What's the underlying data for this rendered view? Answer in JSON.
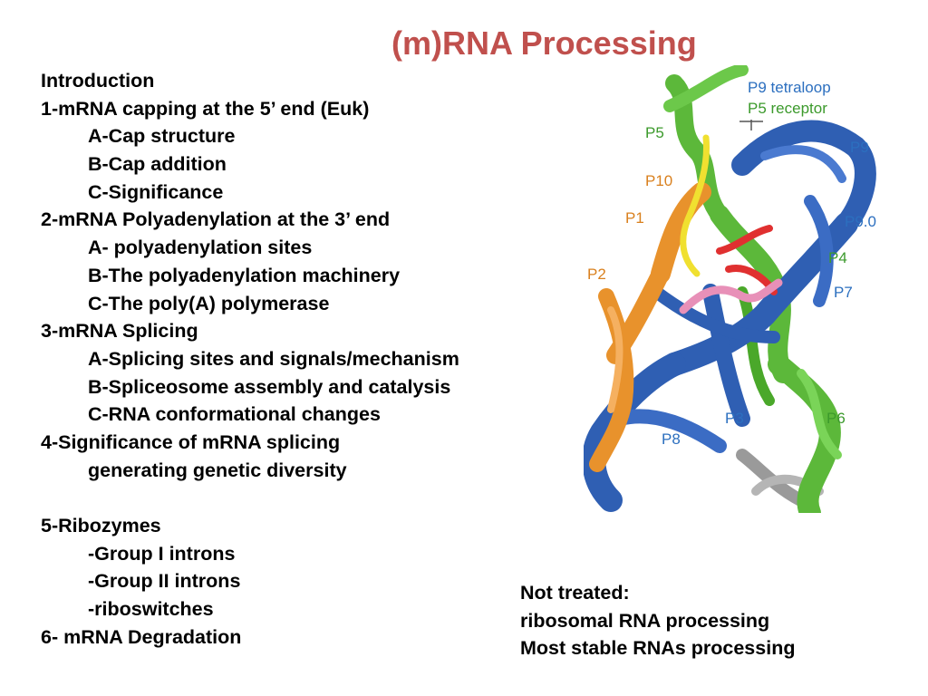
{
  "title": "(m)RNA Processing",
  "outline": [
    {
      "text": "Introduction",
      "indent": false
    },
    {
      "text": "1-mRNA capping at the 5’ end (Euk)",
      "indent": false
    },
    {
      "text": "A-Cap structure",
      "indent": true
    },
    {
      "text": "B-Cap addition",
      "indent": true
    },
    {
      "text": "C-Significance",
      "indent": true
    },
    {
      "text": "2-mRNA Polyadenylation at the 3’ end",
      "indent": false
    },
    {
      "text": "A- polyadenylation sites",
      "indent": true
    },
    {
      "text": "B-The polyadenylation machinery",
      "indent": true
    },
    {
      "text": "C-The poly(A) polymerase",
      "indent": true
    },
    {
      "text": "3-mRNA Splicing",
      "indent": false
    },
    {
      "text": "A-Splicing sites and signals/mechanism",
      "indent": true
    },
    {
      "text": "B-Spliceosome assembly and catalysis",
      "indent": true
    },
    {
      "text": "C-RNA conformational changes",
      "indent": true
    },
    {
      "text": "4-Significance of mRNA splicing",
      "indent": false
    },
    {
      "text": "generating genetic diversity",
      "indent": true
    },
    {
      "text": "",
      "indent": false
    },
    {
      "text": "5-Ribozymes",
      "indent": false
    },
    {
      "text": "-Group I introns",
      "indent": true
    },
    {
      "text": "-Group II introns",
      "indent": true
    },
    {
      "text": "-riboswitches",
      "indent": true
    },
    {
      "text": "6-  mRNA Degradation",
      "indent": false
    }
  ],
  "note": {
    "heading": "Not treated:",
    "lines": [
      "ribosomal RNA processing",
      "Most stable RNAs processing"
    ]
  },
  "figure": {
    "labels": {
      "p9_tetraloop": "P9 tetraloop",
      "p5_receptor": "P5 receptor",
      "p5": "P5",
      "p9": "P9",
      "p10": "P10",
      "p1": "P1",
      "p9_0": "P9.0",
      "p4": "P4",
      "p2": "P2",
      "p7": "P7",
      "p3": "P3",
      "p6": "P6",
      "p8": "P8"
    },
    "colors": {
      "title": "#c0504d",
      "blue_domain": "#2f5fb3",
      "green_domain": "#5cb83a",
      "orange_domain": "#e8922c",
      "yellow": "#f0e030",
      "red": "#e03030",
      "pink": "#e890b8",
      "gray": "#9a9a9a",
      "label_blue": "#2c6fbf",
      "label_green": "#3c9a2c",
      "label_orange": "#d9801e"
    }
  }
}
